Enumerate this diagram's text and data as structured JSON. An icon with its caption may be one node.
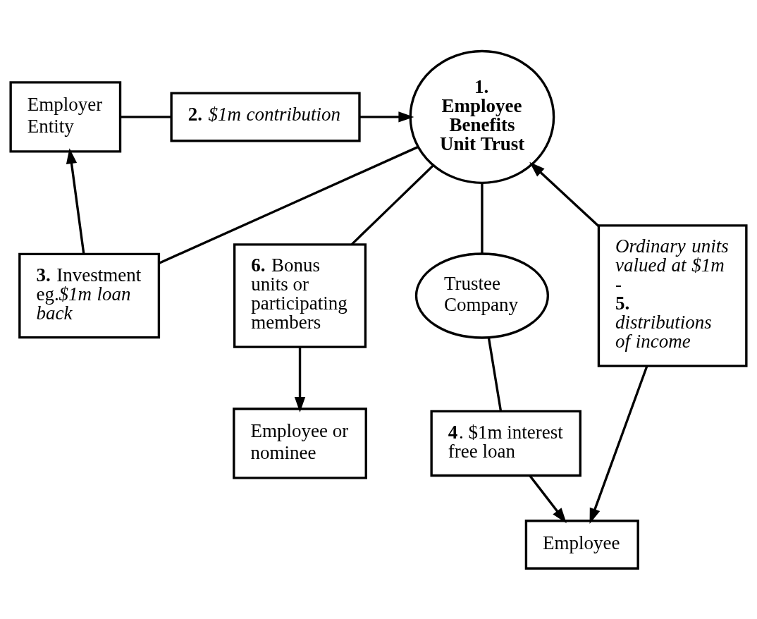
{
  "diagram": {
    "nodes": [
      {
        "text": [
          "Employer Entity"
        ]
      },
      {
        "text": [
          "**2.** *$1m contribution*"
        ]
      },
      {
        "text": [
          "1. Employee Benefits Unit Trust"
        ]
      },
      {
        "text": [
          "**3.** Investment eg.*$1m loan back*"
        ]
      },
      {
        "text": [
          "Trustee Company"
        ]
      },
      {
        "text": [
          "**6.** Bonus units or participating members"
        ]
      },
      {
        "text": [
          "*Ordinary units valued at $1m*",
          "-",
          "**5.** *distributions of income*"
        ]
      },
      {
        "text": [
          "**4**. $1m interest free loan"
        ]
      },
      {
        "text": [
          "Employee or nominee"
        ]
      },
      {
        "text": [
          "Employee"
        ]
      }
    ],
    "edges": [
      {
        "from": 0,
        "to": 1,
        "arrow": "none"
      },
      {
        "from": 1,
        "to": 2,
        "arrow": "to"
      },
      {
        "from": 2,
        "to": 3,
        "arrow": "none"
      },
      {
        "from": 3,
        "to": 0,
        "arrow": "to"
      },
      {
        "from": 4,
        "to": 2,
        "arrow": "none"
      },
      {
        "from": 2,
        "to": 5,
        "arrow": "none"
      },
      {
        "from": 6,
        "to": 2,
        "arrow": "to"
      },
      {
        "from": 4,
        "to": 7,
        "arrow": "none"
      },
      {
        "from": 5,
        "to": 8,
        "arrow": "to"
      },
      {
        "from": 7,
        "to": 9,
        "arrow": "to"
      },
      {
        "from": 6,
        "to": 9,
        "arrow": "to"
      }
    ]
  }
}
